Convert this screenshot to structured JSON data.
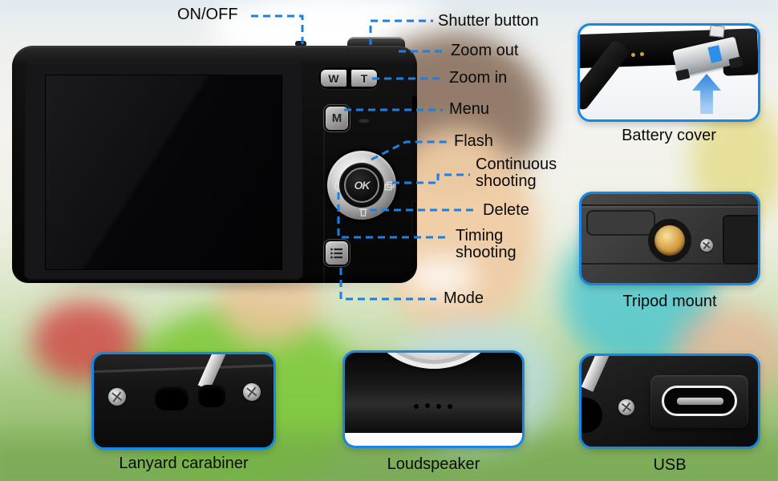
{
  "title": "Digital camera parts diagram",
  "colors": {
    "annotation_line": "#1c7fe3",
    "inset_border": "#1787e6",
    "label_text": "#0b0b0b"
  },
  "annotations": {
    "on_off": "ON/OFF",
    "shutter": "Shutter button",
    "zoom_out": "Zoom out",
    "zoom_in": "Zoom in",
    "menu": "Menu",
    "flash": "Flash",
    "continuous": "Continuous shooting",
    "delete": "Delete",
    "timing": "Timing shooting",
    "mode": "Mode"
  },
  "camera_controls": {
    "zoom_wide": "W",
    "zoom_tele": "T",
    "menu_button": "M",
    "ok_button": "OK"
  },
  "insets": {
    "battery": {
      "caption": "Battery cover"
    },
    "tripod": {
      "caption": "Tripod mount"
    },
    "lanyard": {
      "caption": "Lanyard carabiner"
    },
    "speaker": {
      "caption": "Loudspeaker"
    },
    "usb": {
      "caption": "USB"
    }
  },
  "icons": {
    "dial_top": "flash-icon",
    "dial_right": "continuous-shooting-icon",
    "dial_bottom": "delete-icon",
    "dial_left": "timer-icon",
    "mode_button": "mode-list-icon",
    "battery_arrow": "insert-arrow-icon"
  }
}
